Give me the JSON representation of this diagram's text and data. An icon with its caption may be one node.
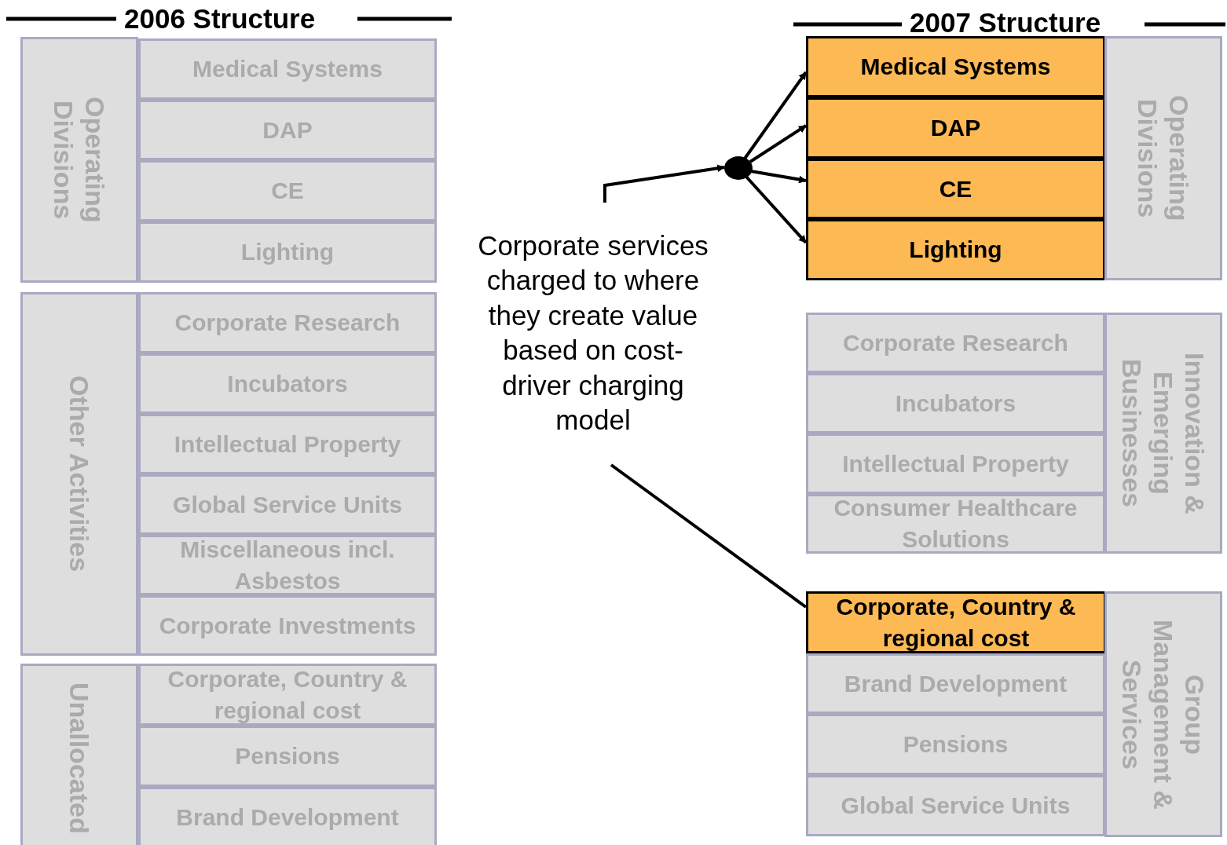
{
  "diagram": {
    "nodes": [
      {
        "text": [
          "Operating Divisions"
        ]
      },
      {
        "text": [
          "Medical Systems"
        ]
      },
      {
        "text": [
          "DAP"
        ]
      },
      {
        "text": [
          "CE"
        ]
      },
      {
        "text": [
          "Lighting"
        ]
      },
      {
        "text": [
          "Other  Activities"
        ]
      },
      {
        "text": [
          "Corporate Research"
        ]
      },
      {
        "text": [
          "Incubators"
        ]
      },
      {
        "text": [
          "Intellectual Property"
        ]
      },
      {
        "text": [
          "Global Service Units"
        ]
      },
      {
        "text": [
          "Miscellaneous incl. Asbestos"
        ]
      },
      {
        "text": [
          "Corporate Investments"
        ]
      },
      {
        "text": [
          "Unallocated"
        ]
      },
      {
        "text": [
          "Corporate, Country & regional cost"
        ]
      },
      {
        "text": [
          "Pensions"
        ]
      },
      {
        "text": [
          "Brand Development"
        ]
      },
      {
        "text": [
          "Medical Systems"
        ]
      },
      {
        "text": [
          "DAP"
        ]
      },
      {
        "text": [
          "CE"
        ]
      },
      {
        "text": [
          "Lighting"
        ]
      },
      {
        "text": [
          "Operating Divisions"
        ]
      },
      {
        "text": [
          "Corporate Research"
        ]
      },
      {
        "text": [
          "Incubators"
        ]
      },
      {
        "text": [
          "Intellectual Property"
        ]
      },
      {
        "text": [
          "Consumer Healthcare Solutions"
        ]
      },
      {
        "text": [
          "Innovation & Emerging Businesses"
        ]
      },
      {
        "text": [
          "Corporate, Country & regional cost"
        ]
      },
      {
        "text": [
          "Brand Development"
        ]
      },
      {
        "text": [
          "Pensions"
        ]
      },
      {
        "text": [
          "Global Service Units"
        ]
      },
      {
        "text": [
          "Group Management & Services"
        ]
      },
      {
        "text": [
          "Corporate services charged to where they create value based on cost-driver charging model"
        ]
      },
      {
        "text": [],
        "shape": "circle"
      }
    ],
    "edges": [
      {
        "from": 31,
        "to": 32,
        "arrow": "to"
      },
      {
        "from": 32,
        "to": 16,
        "arrow": "to"
      },
      {
        "from": 32,
        "to": 17,
        "arrow": "to"
      },
      {
        "from": 32,
        "to": 18,
        "arrow": "to"
      },
      {
        "from": 32,
        "to": 19,
        "arrow": "to"
      },
      {
        "from": 31,
        "to": 26,
        "arrow": "none"
      }
    ],
    "labels": [
      "2006 Structure",
      "2007 Structure"
    ]
  }
}
